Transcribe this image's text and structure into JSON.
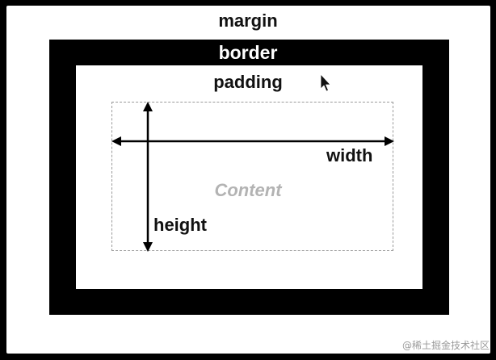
{
  "diagram": {
    "margin_label": "margin",
    "border_label": "border",
    "padding_label": "padding",
    "content_label": "Content",
    "width_label": "width",
    "height_label": "height"
  },
  "watermark": "@稀土掘金技术社区",
  "cursor_icon": "mouse-pointer-icon",
  "colors": {
    "background": "#000000",
    "margin_fill": "#ffffff",
    "border_fill": "#000000",
    "content_text": "#b3b3b3",
    "dashed_outline": "#9a9a9a"
  }
}
